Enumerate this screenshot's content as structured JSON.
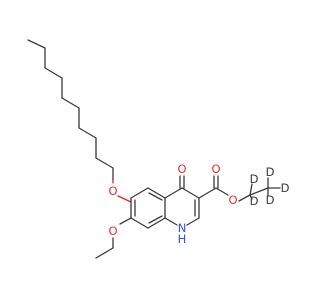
{
  "colors": {
    "bond": "#3a3a3a",
    "oxygen": "#e8332a",
    "nitrogen": "#3050f8",
    "background": "#ffffff"
  },
  "atoms": {
    "o_decyloxy": "O",
    "o_ethoxy": "O",
    "o_ketone": "O",
    "o_carbonyl": "O",
    "o_ester": "O",
    "n_ring": "N",
    "h_on_n": "H",
    "deuterium": [
      "D",
      "D",
      "D",
      "D",
      "D"
    ]
  }
}
